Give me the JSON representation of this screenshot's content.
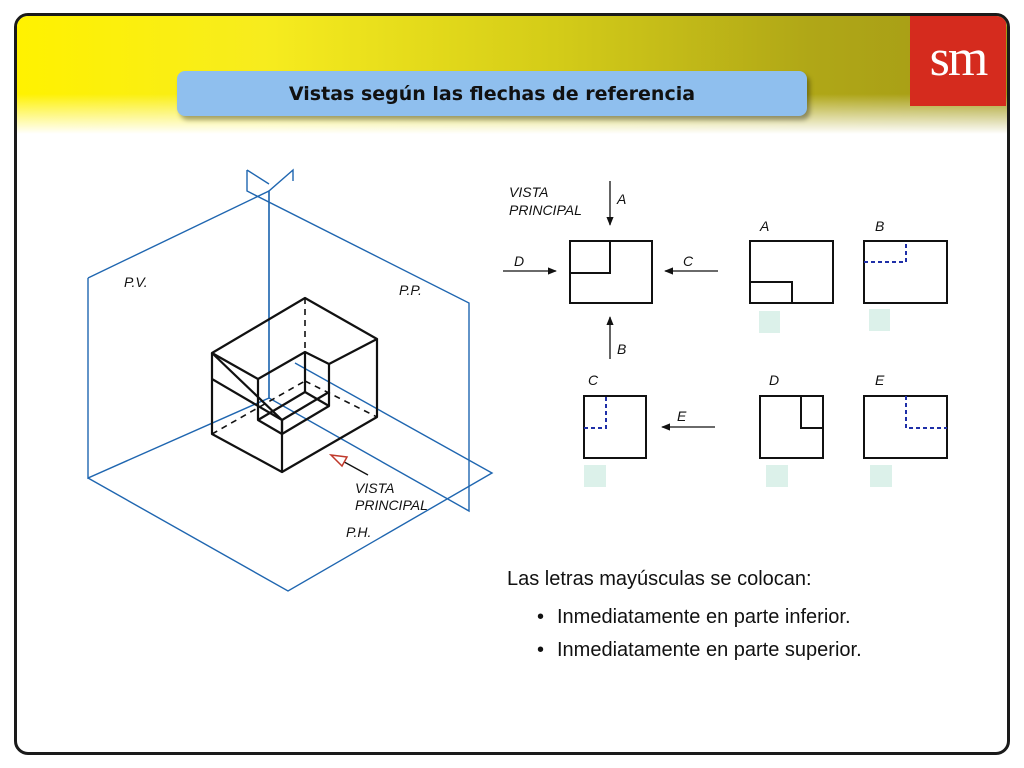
{
  "header": {
    "title": "Vistas según las flechas de referencia",
    "logo_text": "sm",
    "logo_color": "#d52b1e"
  },
  "iso": {
    "label_pv": "P.V.",
    "label_pp": "P.P.",
    "label_ph": "P.H.",
    "label_vista_1": "VISTA",
    "label_vista_2": "PRINCIPAL",
    "plane_color": "#1f66b0",
    "arrow_color": "#c0392b"
  },
  "reference": {
    "vista_1": "VISTA",
    "vista_2": "PRINCIPAL",
    "arrow_a": "A",
    "arrow_b": "B",
    "arrow_c": "C",
    "arrow_d": "D",
    "arrow_e": "E"
  },
  "views": {
    "A": "A",
    "B": "B",
    "C": "C",
    "D": "D",
    "E": "E",
    "hidden_line_color": "#1f2fa8",
    "answer_box_color": "#dcf1ea"
  },
  "notes": {
    "lead": "Las letras mayúsculas se colocan:",
    "items": [
      "Inmediatamente en parte inferior.",
      "Inmediatamente en parte superior."
    ]
  }
}
